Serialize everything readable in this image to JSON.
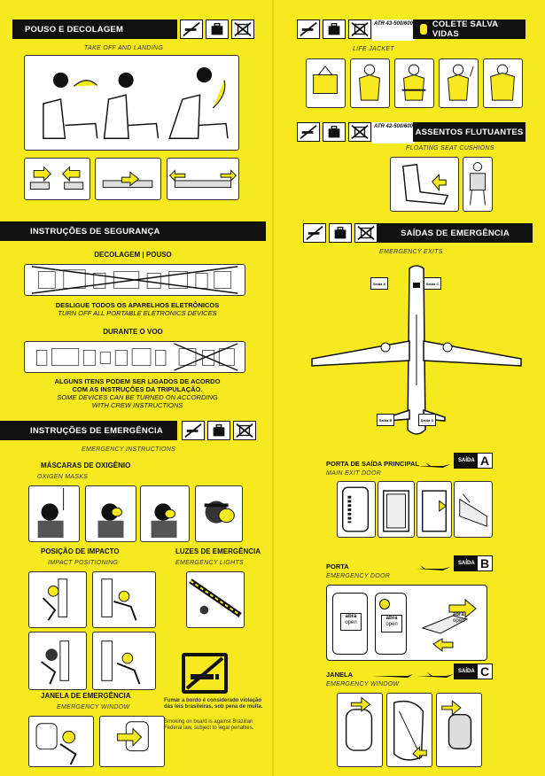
{
  "colors": {
    "background": "#f6ea1e",
    "bar": "#111111",
    "panel": "#ffffff"
  },
  "left": {
    "pouso": {
      "title": "POUSO E DECOLAGEM",
      "subtitle": "TAKE OFF AND LANDING"
    },
    "seguranca": {
      "title": "INSTRUÇÕES DE SEGURANÇA",
      "phase1": "DECOLAGEM | POUSO",
      "warn1_pt": "DESLIGUE TODOS OS APARELHOS ELETRÔNICOS",
      "warn1_en": "TURN OFF ALL PORTABLE ELETRONICS DEVICES",
      "phase2": "DURANTE O VOO",
      "warn2_pt1": "ALGUNS ITENS PODEM SER LIGADOS DE ACORDO",
      "warn2_pt2": "COM AS INSTRUÇÕES DA TRIPULAÇÃO.",
      "warn2_en1": "SOME DEVICES CAN BE TURNED ON ACCORDING",
      "warn2_en2": "WITH CREW INSTRUCTIONS"
    },
    "emergencia": {
      "title": "INSTRUÇÕES DE EMERGÊNCIA",
      "subtitle": "EMERGENCY INSTRUCTIONS",
      "masks_pt": "MÁSCARAS DE OXIGÊNIO",
      "masks_en": "OXIGEN MASKS",
      "impact_pt": "POSIÇÃO DE IMPACTO",
      "impact_en": "IMPACT POSITIONING",
      "lights_pt": "LUZES DE EMERGÊNCIA",
      "lights_en": "EMERGENCY LIGHTS",
      "window_pt": "JANELA DE EMERGÊNCIA",
      "window_en": "EMERGENCY WINDOW",
      "smoke_pt": "Fumar a bordo é considerado violação das leis brasileiras, sob pena de multa.",
      "smoke_en": "Smoking on board is against Brazilian Federal law, subject to legal penalties."
    }
  },
  "right": {
    "colete": {
      "title": "COLETE SALVA VIDAS",
      "subtitle": "LIFE JACKET",
      "badge": "ATR 43-500/600"
    },
    "assentos": {
      "title": "ASSENTOS FLUTUANTES",
      "subtitle": "FLOATING SEAT CUSHIONS",
      "badge": "ATR 42-500/600"
    },
    "saidas": {
      "title": "SAÍDAS DE EMERGÊNCIA",
      "subtitle": "EMERGENCY EXITS",
      "exit_a": "Saída A",
      "exit_b": "Saída B",
      "exit_c": "Saída C",
      "exit_d": "Saída D"
    },
    "principal": {
      "pt": "PORTA DE SAÍDA PRINCIPAL",
      "en": "MAIN EXIT DOOR",
      "tag": "SAÍDA",
      "letter": "A"
    },
    "porta": {
      "pt": "PORTA",
      "en": "EMERGENCY DOOR",
      "tag": "SAÍDA",
      "letter": "B",
      "abra1": "abra",
      "abra2": "open"
    },
    "janela": {
      "pt": "JANELA",
      "en": "EMERGENCY WINDOW",
      "tag": "SAÍDA",
      "letter": "C"
    }
  }
}
